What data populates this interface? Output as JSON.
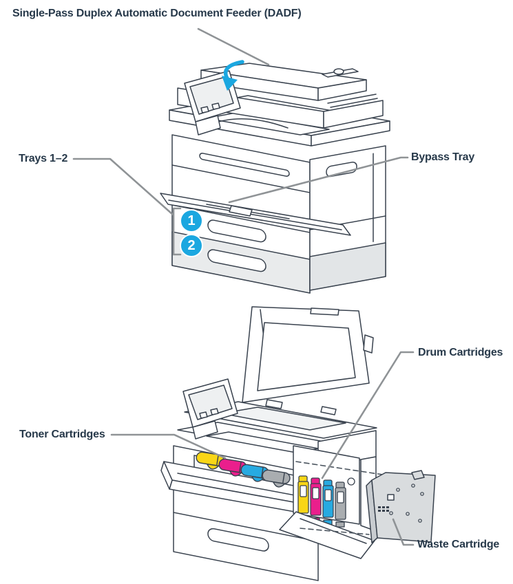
{
  "page": {
    "background": "#ffffff",
    "type": "printer-parts-diagram"
  },
  "colors": {
    "outline": "#39424e",
    "label_text": "#27394a",
    "leader_line": "#8f9396",
    "callout_blue": "#1ba7e0",
    "toner_yellow": "#f9d616",
    "toner_magenta": "#ea1f8c",
    "toner_cyan": "#27aae1",
    "toner_black": "#a9adb0",
    "tray_gray": "#e9ebec",
    "waste_gray": "#d9dcde"
  },
  "icons": {
    "dadf_arrow": "curved-close-arrow"
  },
  "figure_top": {
    "title": "Single-Pass Duplex Automatic Document Feeder (DADF)",
    "labels": {
      "trays": "Trays 1–2",
      "bypass": "Bypass Tray"
    },
    "callouts": [
      {
        "number": "1"
      },
      {
        "number": "2"
      }
    ]
  },
  "figure_bottom": {
    "labels": {
      "toner": "Toner Cartridges",
      "drum": "Drum Cartridges",
      "waste": "Waste Cartridge"
    }
  }
}
